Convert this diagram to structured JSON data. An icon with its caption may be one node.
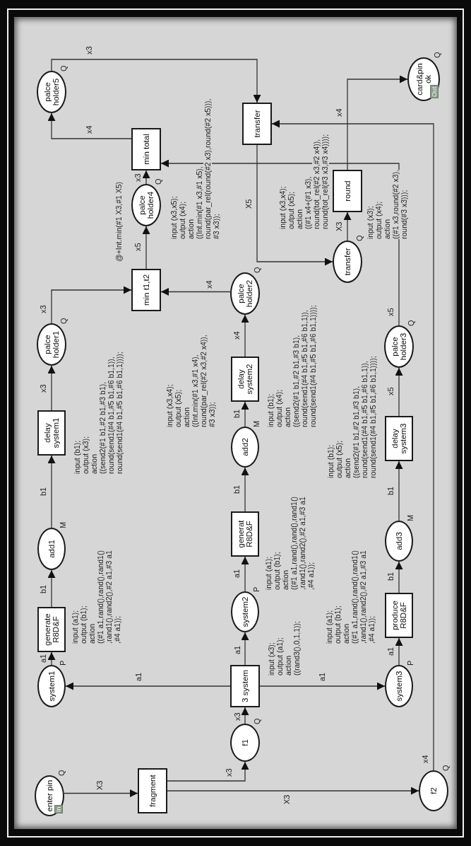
{
  "diagram": {
    "nodes": [
      {
        "text": [
          "enter pin",
          "In"
        ],
        "beside": [
          "Q"
        ]
      },
      {
        "text": [
          "fragment"
        ]
      },
      {
        "text": [
          "f1"
        ],
        "beside": [
          "Q"
        ]
      },
      {
        "text": [
          "f2"
        ],
        "beside": [
          "Q"
        ]
      },
      {
        "text": [
          "system1"
        ],
        "beside": [
          "P"
        ]
      },
      {
        "text": [
          "generate R8D&F"
        ],
        "beside": [
          "input (a1);",
          "output (b1);",
          "action",
          "((#1 a1,rand(),rand(),rand1()",
          ",rand1(),rand2(),#2 a1,#3 a1",
          ",#4 a1));"
        ]
      },
      {
        "text": [
          "add1"
        ],
        "beside": [
          "M"
        ]
      },
      {
        "text": [
          "delay system1"
        ],
        "beside": [
          "input (b1);",
          "output (x3);",
          "action",
          "((send2(#1 b1,#2 b1,#3 b1),",
          "round(send1(#4 b1,#5 b1,#6 b1,1)),",
          "round(send1(#4 b1,#5 b1,#6 b1,1))));"
        ]
      },
      {
        "text": [
          "palce holder1"
        ],
        "beside": [
          "Q"
        ]
      },
      {
        "text": [
          "3 system"
        ],
        "beside": [
          "input (x3);",
          "output (a1);",
          "action",
          "((rand3(),0,1,1));"
        ]
      },
      {
        "text": [
          "system2"
        ],
        "beside": [
          "P"
        ]
      },
      {
        "text": [
          "generat R8D&F"
        ],
        "beside": [
          "input (a1);",
          "output (b1);",
          "action",
          "((#1 a1,rand(),rand(),rand1()",
          ",rand1(),rand2(),#2 a1,#3 a1",
          ",#4 a1));"
        ]
      },
      {
        "text": [
          "add2"
        ],
        "beside": [
          "M"
        ]
      },
      {
        "text": [
          "delay system2"
        ],
        "beside": [
          "input (b1);",
          "output (x4);",
          "action",
          "((send2(#1 b1,#2 b1,#3 b1),",
          "round(send1(#4 b1,#5 b1,#6 b1,1)),",
          "round(send1(#4 b1,#5 b1,#6 b1,1))));"
        ]
      },
      {
        "text": [
          "palce holder2"
        ],
        "beside": [
          "Q"
        ]
      },
      {
        "text": [
          "system3"
        ],
        "beside": [
          "P"
        ]
      },
      {
        "text": [
          "produce R8D&F"
        ],
        "beside": [
          "input (a1);",
          "output (b1);",
          "action",
          "((#1 a1,rand(),rand(),rand1()",
          ",rand1(),rand2(),#2 a1,#3 a1",
          ",#4 a1));"
        ]
      },
      {
        "text": [
          "add3"
        ],
        "beside": [
          "M"
        ]
      },
      {
        "text": [
          "delay system3"
        ],
        "beside": [
          "input (b1);",
          "output (x5);",
          "action",
          "((send2(#1 b1,#2 b1,#3 b1),",
          "round(send1(#4 b1,#5 b1,#6 b1,1)),",
          "round(send1(#4 b1,#5 b1,#6 b1,1))));"
        ]
      },
      {
        "text": [
          "palce holder3"
        ],
        "beside": [
          "Q"
        ]
      },
      {
        "text": [
          "min t1,t2"
        ],
        "beside": [
          "input (x3,x4);",
          "output (x5);",
          "action",
          "((Int.min(#1 x3,#1 x4),",
          "round(par_rel(#2 x3,#2 x4)),",
          "#3 x3));"
        ]
      },
      {
        "text": [
          "palce holder4"
        ],
        "beside": [
          "Q"
        ]
      },
      {
        "text": [
          "min total"
        ],
        "beside": [
          "@+Int.min(#1 X3,#1 X5)",
          "input (x3,x5);",
          "output (x4);",
          "action",
          "((Int.min(#1 x3,#1 x5),",
          "round(par_rel(round(#2 x3),round(#2 x5))),",
          "#3 x3));"
        ]
      },
      {
        "text": [
          "palce holder5"
        ],
        "beside": [
          "Q"
        ]
      },
      {
        "text": [
          "transfer"
        ],
        "beside": [
          "input (x3,x4);",
          "output (x5);",
          "action",
          "((#1 x4+(#1 x3),",
          "round(tot_rel(#2 x3,#2 x4)),",
          "round(tot_rel(#3 x3,#3 x4))));"
        ]
      },
      {
        "text": [
          "transfer"
        ],
        "beside": [
          "Q"
        ]
      },
      {
        "text": [
          "round"
        ],
        "beside": [
          "input (x3);",
          "output (x4);",
          "action",
          "((#1 x3,round(#2 x3),",
          "round(#3 x3)));"
        ]
      },
      {
        "text": [
          "card&pin ok",
          "Out"
        ],
        "beside": [
          "Q"
        ]
      }
    ],
    "edges": [
      {
        "from": 0,
        "to": 1,
        "arrow": "to",
        "label": "X3"
      },
      {
        "from": 1,
        "to": 2,
        "arrow": "to",
        "label": "x3"
      },
      {
        "from": 1,
        "to": 3,
        "arrow": "to",
        "label": "X3"
      },
      {
        "from": 2,
        "to": 9,
        "arrow": "to",
        "label": "x3"
      },
      {
        "from": 9,
        "to": 4,
        "arrow": "to",
        "label": "a1"
      },
      {
        "from": 9,
        "to": 10,
        "arrow": "to",
        "label": "a1"
      },
      {
        "from": 9,
        "to": 15,
        "arrow": "to",
        "label": "a1"
      },
      {
        "from": 4,
        "to": 5,
        "arrow": "to",
        "label": "a1"
      },
      {
        "from": 5,
        "to": 6,
        "arrow": "to",
        "label": "b1"
      },
      {
        "from": 6,
        "to": 7,
        "arrow": "to",
        "label": "b1"
      },
      {
        "from": 7,
        "to": 8,
        "arrow": "to",
        "label": "x3"
      },
      {
        "from": 8,
        "to": 20,
        "arrow": "to",
        "label": "x3"
      },
      {
        "from": 10,
        "to": 11,
        "arrow": "to",
        "label": "a1"
      },
      {
        "from": 11,
        "to": 12,
        "arrow": "to",
        "label": "b1"
      },
      {
        "from": 12,
        "to": 13,
        "arrow": "to",
        "label": "b1"
      },
      {
        "from": 13,
        "to": 14,
        "arrow": "to",
        "label": "x4"
      },
      {
        "from": 14,
        "to": 20,
        "arrow": "to",
        "label": "x4"
      },
      {
        "from": 15,
        "to": 16,
        "arrow": "to",
        "label": "a1"
      },
      {
        "from": 16,
        "to": 17,
        "arrow": "to",
        "label": "b1"
      },
      {
        "from": 17,
        "to": 18,
        "arrow": "to",
        "label": "b1"
      },
      {
        "from": 18,
        "to": 19,
        "arrow": "to",
        "label": "x5"
      },
      {
        "from": 19,
        "to": 22,
        "arrow": "to",
        "label": "x5"
      },
      {
        "from": 20,
        "to": 21,
        "arrow": "to",
        "label": "x5"
      },
      {
        "from": 21,
        "to": 22,
        "arrow": "to",
        "label": "x3"
      },
      {
        "from": 22,
        "to": 23,
        "arrow": "to",
        "label": "x4"
      },
      {
        "from": 23,
        "to": 24,
        "arrow": "to",
        "label": "x3"
      },
      {
        "from": 3,
        "to": 24,
        "arrow": "to",
        "label": "x4"
      },
      {
        "from": 24,
        "to": 25,
        "arrow": "to",
        "label": "X5"
      },
      {
        "from": 25,
        "to": 26,
        "arrow": "to",
        "label": "X3"
      },
      {
        "from": 26,
        "to": 27,
        "arrow": "to",
        "label": "x4"
      }
    ]
  }
}
